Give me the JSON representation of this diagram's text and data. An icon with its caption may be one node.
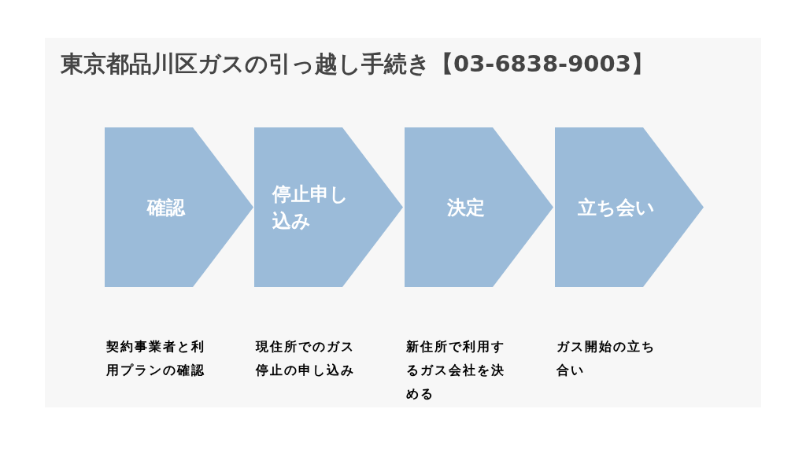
{
  "diagram": {
    "title": "東京都品川区ガスの引っ越し手続き【03-6838-9003】",
    "nodes": [
      {
        "text": [
          "確認"
        ]
      },
      {
        "text": [
          "停止申し込み"
        ]
      },
      {
        "text": [
          "決定"
        ]
      },
      {
        "text": [
          "立ち会い"
        ]
      }
    ],
    "labels": [
      "契約事業者と利用プランの確認",
      "現住所でのガス停止の申し込み",
      "新住所で利用するガス会社を決める",
      "ガス開始の立ち合い"
    ]
  }
}
